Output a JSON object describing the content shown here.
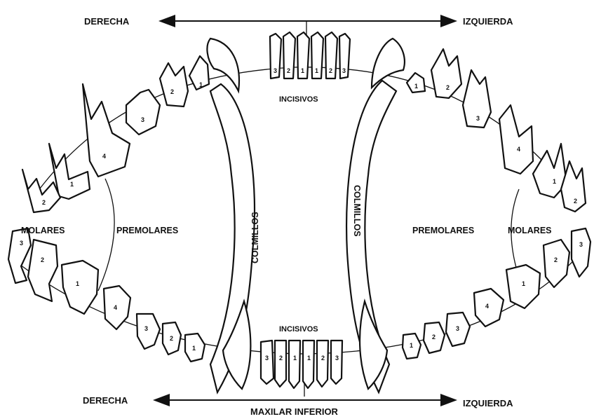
{
  "colors": {
    "ink": "#111111",
    "background": "#ffffff"
  },
  "top_arrow": {
    "left_label": "DERECHA",
    "right_label": "IZQUIERDA"
  },
  "bottom_arrow": {
    "left_label": "DERECHA",
    "right_label": "IZQUIERDA",
    "center_label": "MAXILAR INFERIOR"
  },
  "regions": {
    "incisors_upper": "INCISIVOS",
    "incisors_lower": "INCISIVOS",
    "canine_left": "COLMILLOS",
    "canine_right": "COLMILLOS",
    "molars_left": "MOLARES",
    "premolars_left": "PREMOLARES",
    "premolars_right": "PREMOLARES",
    "molars_right": "MOLARES"
  },
  "tooth_numbers": {
    "upper_incisors": [
      "3",
      "2",
      "1",
      "1",
      "2",
      "3"
    ],
    "lower_incisors": [
      "3",
      "2",
      "1",
      "1",
      "2",
      "3"
    ],
    "upper_left_premolars": [
      "1",
      "2",
      "3",
      "4"
    ],
    "upper_left_molars": [
      "1",
      "2"
    ],
    "upper_right_premolars": [
      "1",
      "2",
      "3",
      "4"
    ],
    "upper_right_molars": [
      "1",
      "2"
    ],
    "lower_left_molars": [
      "3",
      "2",
      "1"
    ],
    "lower_left_premolars": [
      "4",
      "3",
      "2",
      "1"
    ],
    "lower_right_molars": [
      "1",
      "2",
      "3"
    ],
    "lower_right_premolars": [
      "1",
      "2",
      "3",
      "4"
    ]
  }
}
